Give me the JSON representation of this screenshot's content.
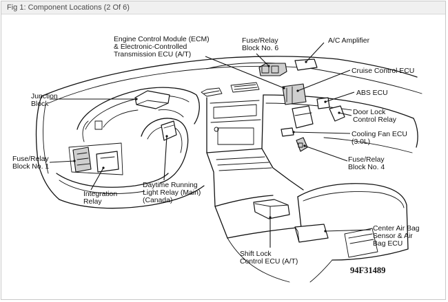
{
  "figure": {
    "caption": "Fig 1: Component Locations (2 Of 6)",
    "code": "94F31489"
  },
  "labels": {
    "ecm": [
      "Engine Control Module (ECM)",
      "& Electronic-Controlled",
      "Transmission ECU (A/T)"
    ],
    "fuse_relay_6": [
      "Fuse/Relay",
      "Block No. 6"
    ],
    "ac_amplifier": [
      "A/C Amplifier"
    ],
    "cruise_control_ecu": [
      "Cruise Control ECU"
    ],
    "abs_ecu": [
      "ABS ECU"
    ],
    "door_lock_relay": [
      "Door Lock",
      "Control Relay"
    ],
    "cooling_fan_ecu": [
      "Cooling Fan ECU",
      "(3.0L)"
    ],
    "fuse_relay_4": [
      "Fuse/Relay",
      "Block No. 4"
    ],
    "center_air_bag": [
      "Center Air Bag",
      "Sensor & Air",
      "Bag ECU"
    ],
    "shift_lock": [
      "Shift Lock",
      "Control ECU (A/T)"
    ],
    "daytime_running": [
      "Daytime Running",
      "Light Relay (Main)",
      "(Canada)"
    ],
    "integration_relay": [
      "Integration",
      "Relay"
    ],
    "fuse_relay_1": [
      "Fuse/Relay",
      "Block No. 1"
    ],
    "junction_block": [
      "Junction",
      "Block"
    ]
  },
  "colors": {
    "line": "#111111",
    "caption_bar": "#f0f0f0",
    "caption_text": "#4a4a4a"
  }
}
